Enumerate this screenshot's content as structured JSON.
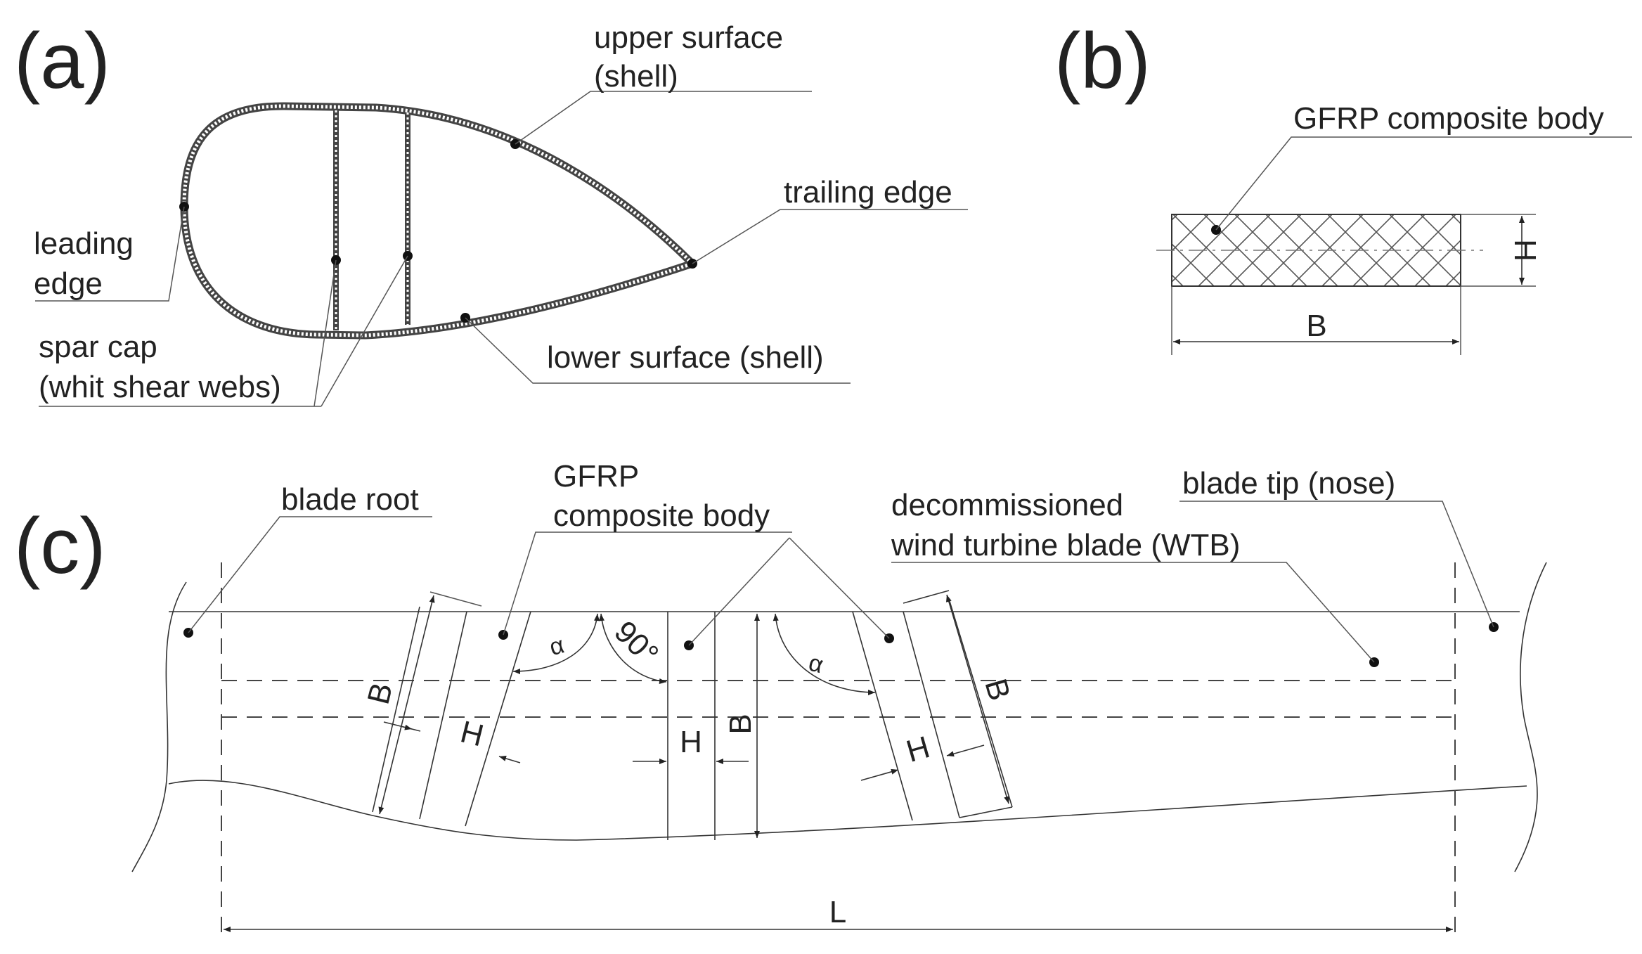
{
  "panels": {
    "a": "(a)",
    "b": "(b)",
    "c": "(c)"
  },
  "panel_a": {
    "upper_surface_line1": "upper surface",
    "upper_surface_line2": "(shell)",
    "trailing_edge": "trailing edge",
    "leading_edge_line1": "leading",
    "leading_edge_line2": "edge",
    "spar_cap_line1": "spar cap",
    "spar_cap_line2": "(whit shear webs)",
    "lower_surface": "lower surface (shell)"
  },
  "panel_b": {
    "body_label": "GFRP composite body",
    "dim_height": "H",
    "dim_width": "B"
  },
  "panel_c": {
    "blade_root": "blade root",
    "body_line1": "GFRP",
    "body_line2": "composite body",
    "wtb_line1": "decommissioned",
    "wtb_line2": "wind turbine blade (WTB)",
    "blade_tip": "blade tip (nose)",
    "dim_B_left": "B",
    "dim_H_left": "H",
    "angle_alpha_left": "α",
    "angle_90": "90°",
    "dim_H_mid": "H",
    "dim_B_mid": "B",
    "angle_alpha_right": "α",
    "dim_B_right": "B",
    "dim_H_right": "H",
    "dim_L": "L"
  }
}
